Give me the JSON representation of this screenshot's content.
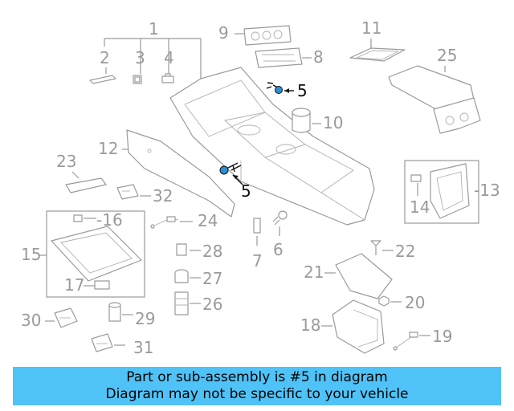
{
  "colors": {
    "banner_bg": "#4fc3f7",
    "highlight": "#111111",
    "lines": "#9a9a9a",
    "screw_head": "#2a8fd6"
  },
  "highlighted_part": "5",
  "callouts": {
    "c1": "1",
    "c2": "2",
    "c3": "3",
    "c4": "4",
    "c5a": "5",
    "c5b": "5",
    "c6": "6",
    "c7": "7",
    "c8": "8",
    "c9": "9",
    "c10": "10",
    "c11": "11",
    "c12": "12",
    "c13": "-13",
    "c14": "14",
    "c15": "15",
    "c16": "-16",
    "c17": "17",
    "c18": "18",
    "c19": "19",
    "c20": "20",
    "c21": "21",
    "c22": "22",
    "c23": "23",
    "c24": "24",
    "c25": "25",
    "c26": "26",
    "c27": "27",
    "c28": "28",
    "c29": "29",
    "c30": "30",
    "c31": "31",
    "c32": "32"
  },
  "banner": {
    "line1": "Part or sub-assembly is #5 in diagram",
    "line2": "Diagram may not be specific to your vehicle"
  }
}
